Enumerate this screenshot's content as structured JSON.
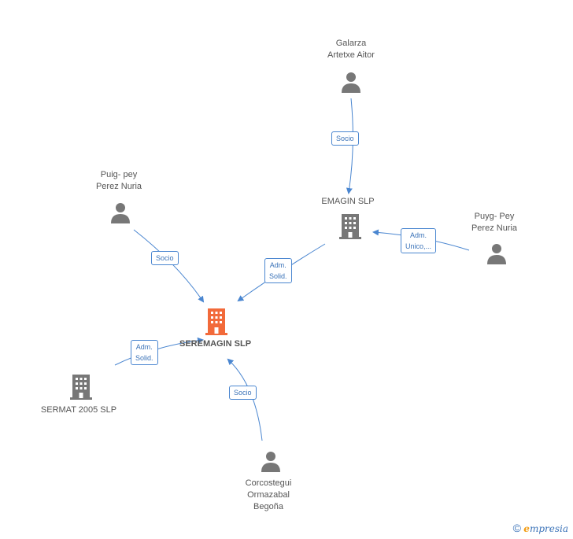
{
  "colors": {
    "edge": "#4a86d0",
    "node_gray": "#777777",
    "main_orange": "#f26a3a"
  },
  "nodes": {
    "galarza": {
      "label": "Galarza\nArtetxe Aitor",
      "icon": "person-icon"
    },
    "emagin": {
      "label": "EMAGIN SLP",
      "icon": "building-icon"
    },
    "puig_pey": {
      "label": "Puig- pey\nPerez Nuria",
      "icon": "person-icon"
    },
    "puyg_pey": {
      "label": "Puyg- Pey\nPerez Nuria",
      "icon": "person-icon"
    },
    "seremagin": {
      "label": "SEREMAGIN SLP",
      "icon": "building-icon"
    },
    "sermat": {
      "label": "SERMAT 2005 SLP",
      "icon": "building-icon"
    },
    "corcostegui": {
      "label": "Corcostegui\nOrmazabal\nBegoña",
      "icon": "person-icon"
    }
  },
  "relations": {
    "galarza_emagin": "Socio",
    "puyg_emagin": "Adm.\nUnico,...",
    "emagin_seremagin": "Adm.\nSolid.",
    "puig_seremagin": "Socio",
    "sermat_seremagin": "Adm.\nSolid.",
    "corcostegui_seremagin": "Socio"
  },
  "brand": {
    "copyright": "©",
    "e": "e",
    "text": "mpresia"
  }
}
